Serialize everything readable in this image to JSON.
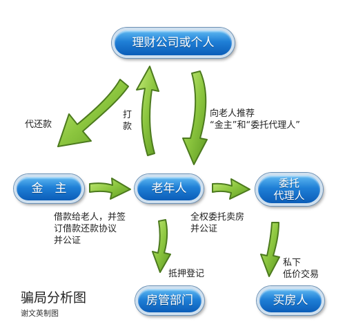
{
  "nodes": {
    "finance": "理财公司或个人",
    "lender": "金　主",
    "elder": "老年人",
    "agent_line1": "委托",
    "agent_line2": "代理人",
    "housing": "房管部门",
    "buyer": "买房人"
  },
  "labels": {
    "repay": "代还款",
    "transfer": "打\n款",
    "recommend": "向老人推荐\n“金主”和“委托代理人”",
    "loan": "借款给老人，并签\n订借款还款协议\n并公证",
    "poa": "全权委托卖房\n并公证",
    "mortgage": "抵押登记",
    "private": "私下\n低价交易"
  },
  "title": "骗局分析图",
  "credit": "谢文英制图",
  "colors": {
    "arrow_fill": "#8cc63f",
    "arrow_stroke": "#4c7a1e",
    "node_blue": "#1f7fd6"
  }
}
